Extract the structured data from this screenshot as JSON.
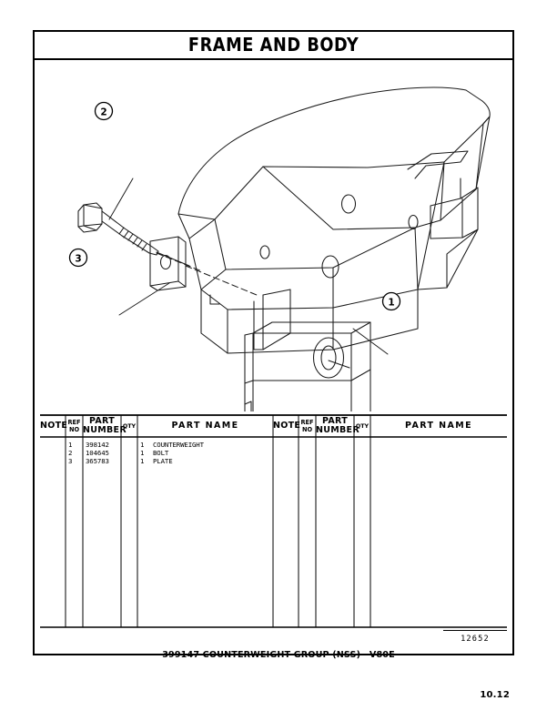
{
  "page": {
    "title": "FRAME AND BODY",
    "footer_caption": "399147 COUNTERWEIGHT GROUP (NSS)—V80E",
    "drawing_number": "12652",
    "page_number": "10.12"
  },
  "illustration": {
    "callouts": [
      {
        "id": "1",
        "label": "1",
        "target": "counterweight-body"
      },
      {
        "id": "2",
        "label": "2",
        "target": "bolt"
      },
      {
        "id": "3",
        "label": "3",
        "target": "plate"
      }
    ]
  },
  "parts_table": {
    "columns": [
      {
        "key": "note",
        "label": "NOTE"
      },
      {
        "key": "ref_no",
        "label_line1": "REF",
        "label_line2": "NO"
      },
      {
        "key": "part_number",
        "label_line1": "PART",
        "label_line2": "NUMBER"
      },
      {
        "key": "qty",
        "label": "QTY"
      },
      {
        "key": "part_name",
        "label": "PART   NAME"
      }
    ],
    "left_rows": [
      {
        "note": "",
        "ref_no": "1",
        "part_number": "398142",
        "qty": "1",
        "part_name": "COUNTERWEIGHT"
      },
      {
        "note": "",
        "ref_no": "2",
        "part_number": "104645",
        "qty": "1",
        "part_name": "BOLT"
      },
      {
        "note": "",
        "ref_no": "3",
        "part_number": "365783",
        "qty": "1",
        "part_name": "PLATE"
      }
    ],
    "right_rows": []
  },
  "colors": {
    "ink": "#000000",
    "paper": "#ffffff",
    "line": "#1a1a1a"
  }
}
